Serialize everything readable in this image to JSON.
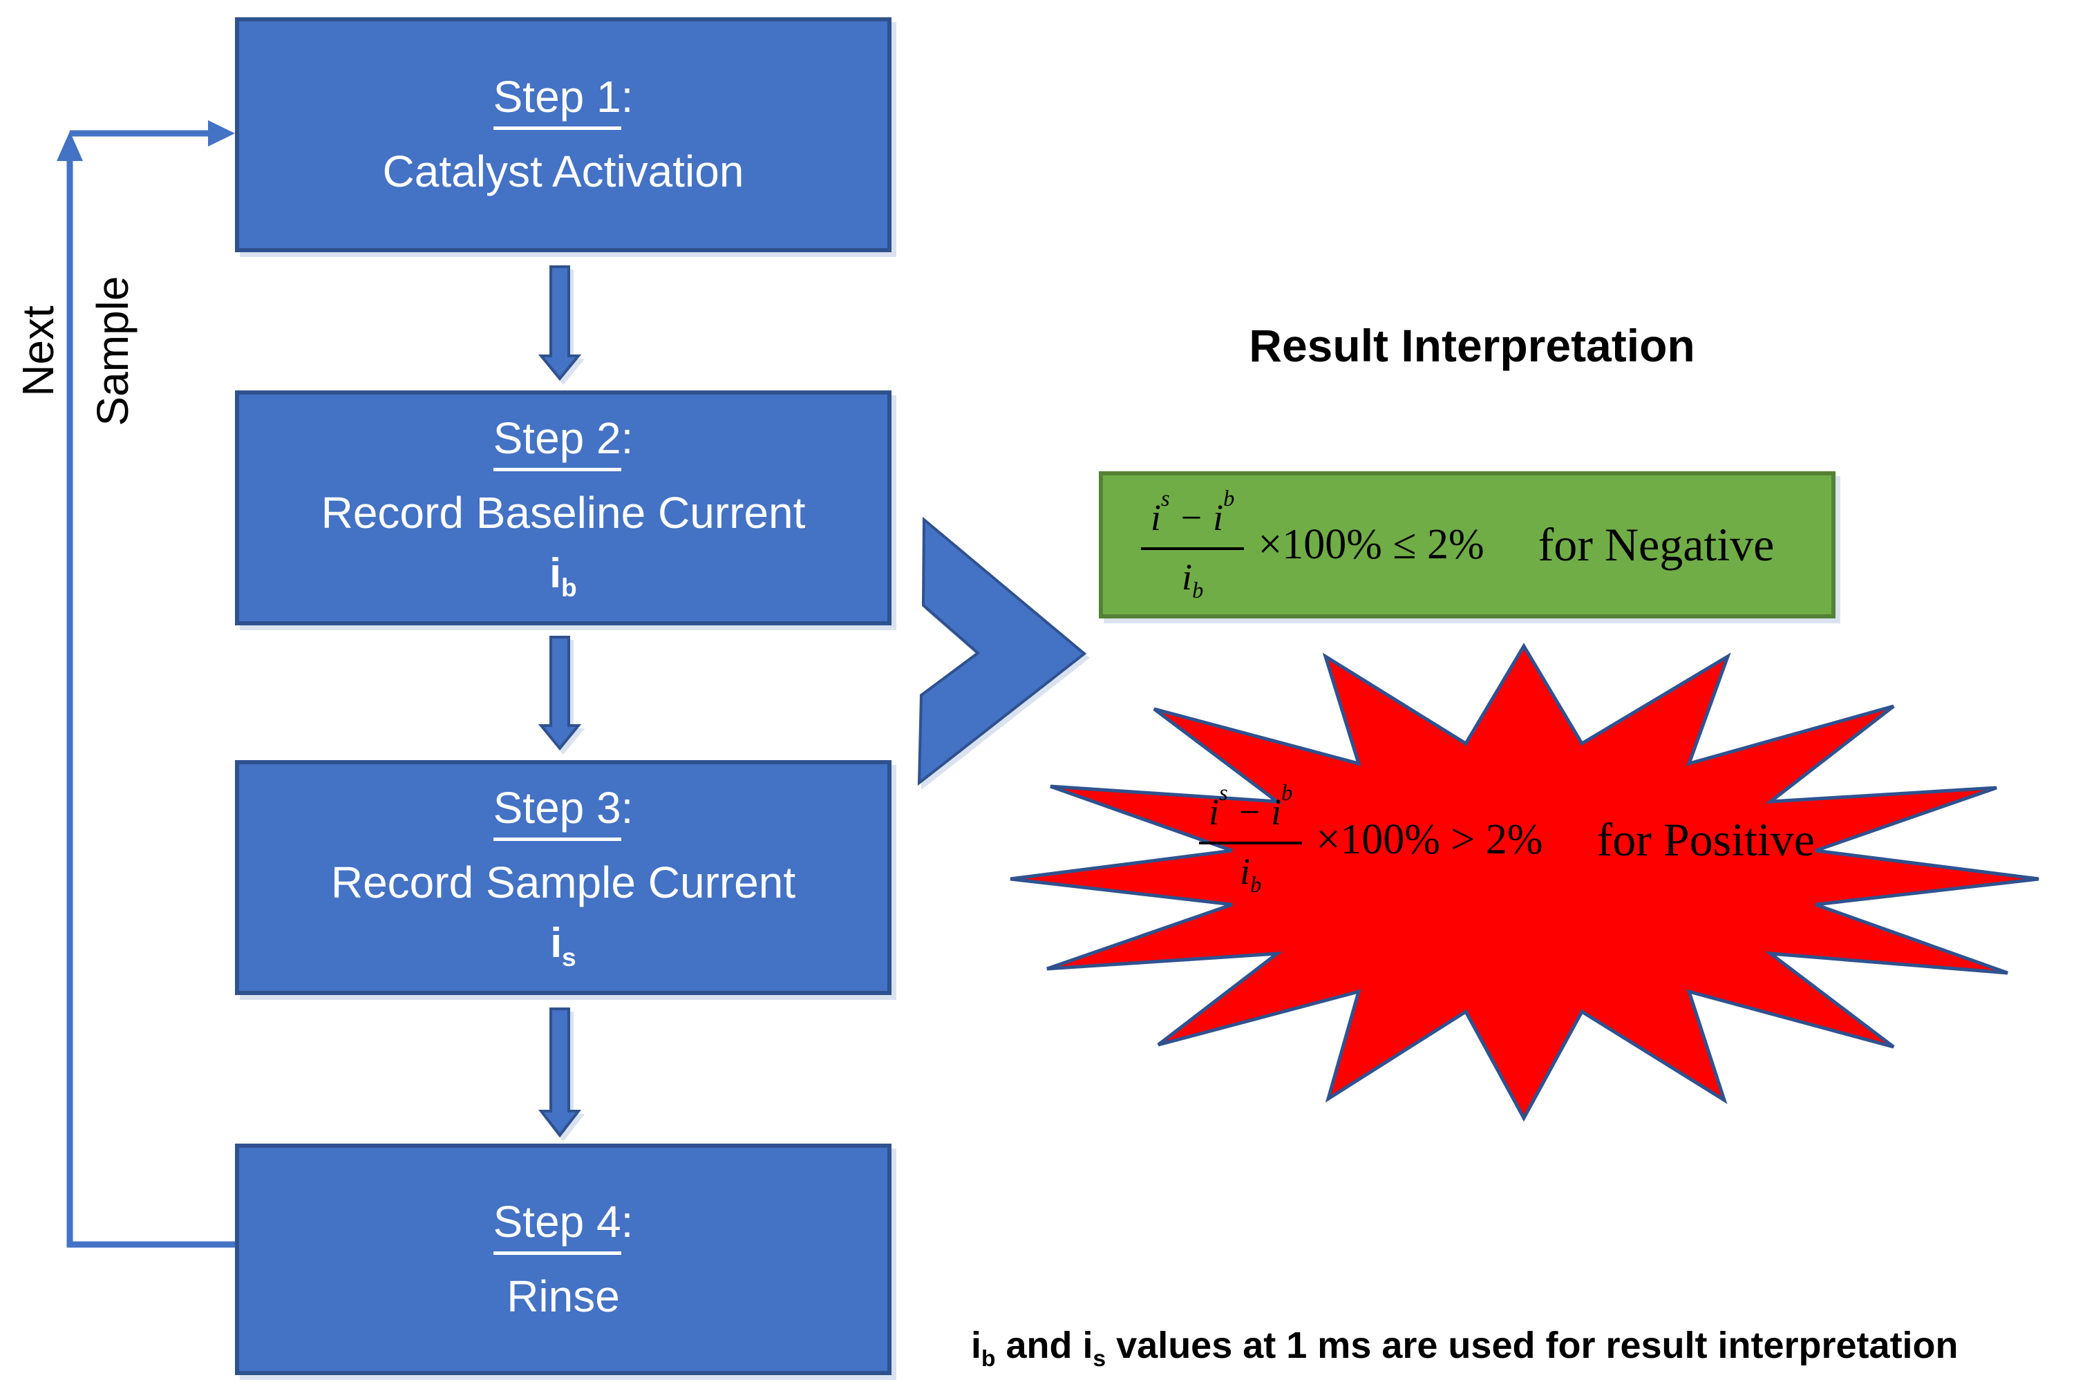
{
  "header": {
    "title": "Result Interpretation"
  },
  "flow": {
    "steps": [
      {
        "name": "Step 1",
        "colon": ":",
        "description": "Catalyst Activation"
      },
      {
        "name": "Step 2",
        "colon": ":",
        "description": "Record Baseline Current",
        "symbol_base": "i",
        "symbol_sub": "b"
      },
      {
        "name": "Step 3",
        "colon": ":",
        "description": "Record Sample Current",
        "symbol_base": "i",
        "symbol_sub": "s"
      },
      {
        "name": "Step 4",
        "colon": ":",
        "description": "Rinse"
      }
    ],
    "loop_label": {
      "word1": "Next",
      "word2": "Sample"
    }
  },
  "interpretation": {
    "negative": {
      "num_first_base": "i",
      "num_first_sub": "s",
      "minus": "−",
      "num_second_base": "i",
      "num_second_sub": "b",
      "den_base": "i",
      "den_sub": "b",
      "condition": "×100% ≤ 2%",
      "verdict": "for Negative"
    },
    "positive": {
      "num_first_base": "i",
      "num_first_sub": "s",
      "minus": "−",
      "num_second_base": "i",
      "num_second_sub": "b",
      "den_base": "i",
      "den_sub": "b",
      "condition": "×100% > 2%",
      "verdict": "for Positive"
    }
  },
  "footnote": {
    "i1_base": "i",
    "i1_sub": "b",
    "and_text": " and ",
    "i2_base": "i",
    "i2_sub": "s",
    "rest_text": " values at 1 ms are used for result interpretation"
  },
  "colors": {
    "box_fill": "#4472C4",
    "box_border": "#2F528F",
    "green_fill": "#70AD47",
    "green_border": "#548235",
    "red_fill": "#FF0000",
    "shape_outline": "#2F528F",
    "flow_text": "#FFFFFF",
    "text": "#000000"
  }
}
